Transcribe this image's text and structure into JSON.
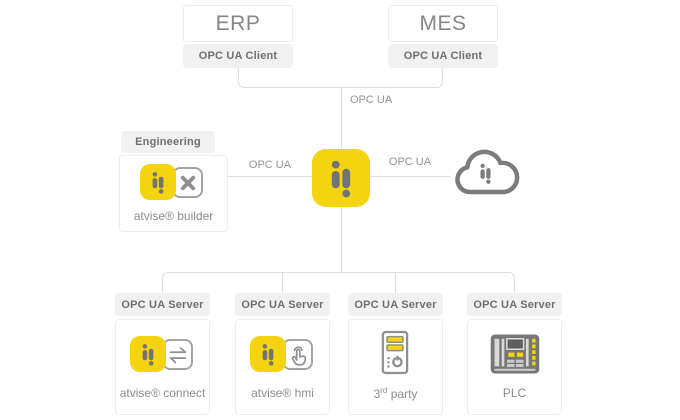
{
  "colors": {
    "brand_yellow": "#F3D40F",
    "glyph_gray": "#737373",
    "line_gray": "#DEDEDE",
    "badge_bg": "#F1F1F1",
    "badge_text": "#6F6F6F",
    "label_text": "#8C8C8C"
  },
  "top_nodes": [
    {
      "title": "ERP",
      "badge": "OPC UA Client"
    },
    {
      "title": "MES",
      "badge": "OPC UA Client"
    }
  ],
  "links": {
    "top_label": "OPC UA",
    "left_label": "OPC UA",
    "right_label": "OPC UA"
  },
  "engineering": {
    "header": "Engineering",
    "label": "atvise® builder",
    "icons": [
      "atvise-logo",
      "crossed-tools"
    ]
  },
  "center_node": {
    "icon": "atvise-logo"
  },
  "cloud_node": {
    "icon": "cloud-with-atvise-logo"
  },
  "server_nodes": [
    {
      "badge": "OPC UA Server",
      "label": "atvise® connect",
      "icon": "transfer-arrows"
    },
    {
      "badge": "OPC UA Server",
      "label": "atvise® hmi",
      "icon": "touch-gesture"
    },
    {
      "badge": "OPC UA Server",
      "label_pre": "3",
      "label_sup": "rd",
      "label_post": " party",
      "icon": "server-tower"
    },
    {
      "badge": "OPC UA Server",
      "label": "PLC",
      "icon": "plc-rack"
    }
  ]
}
